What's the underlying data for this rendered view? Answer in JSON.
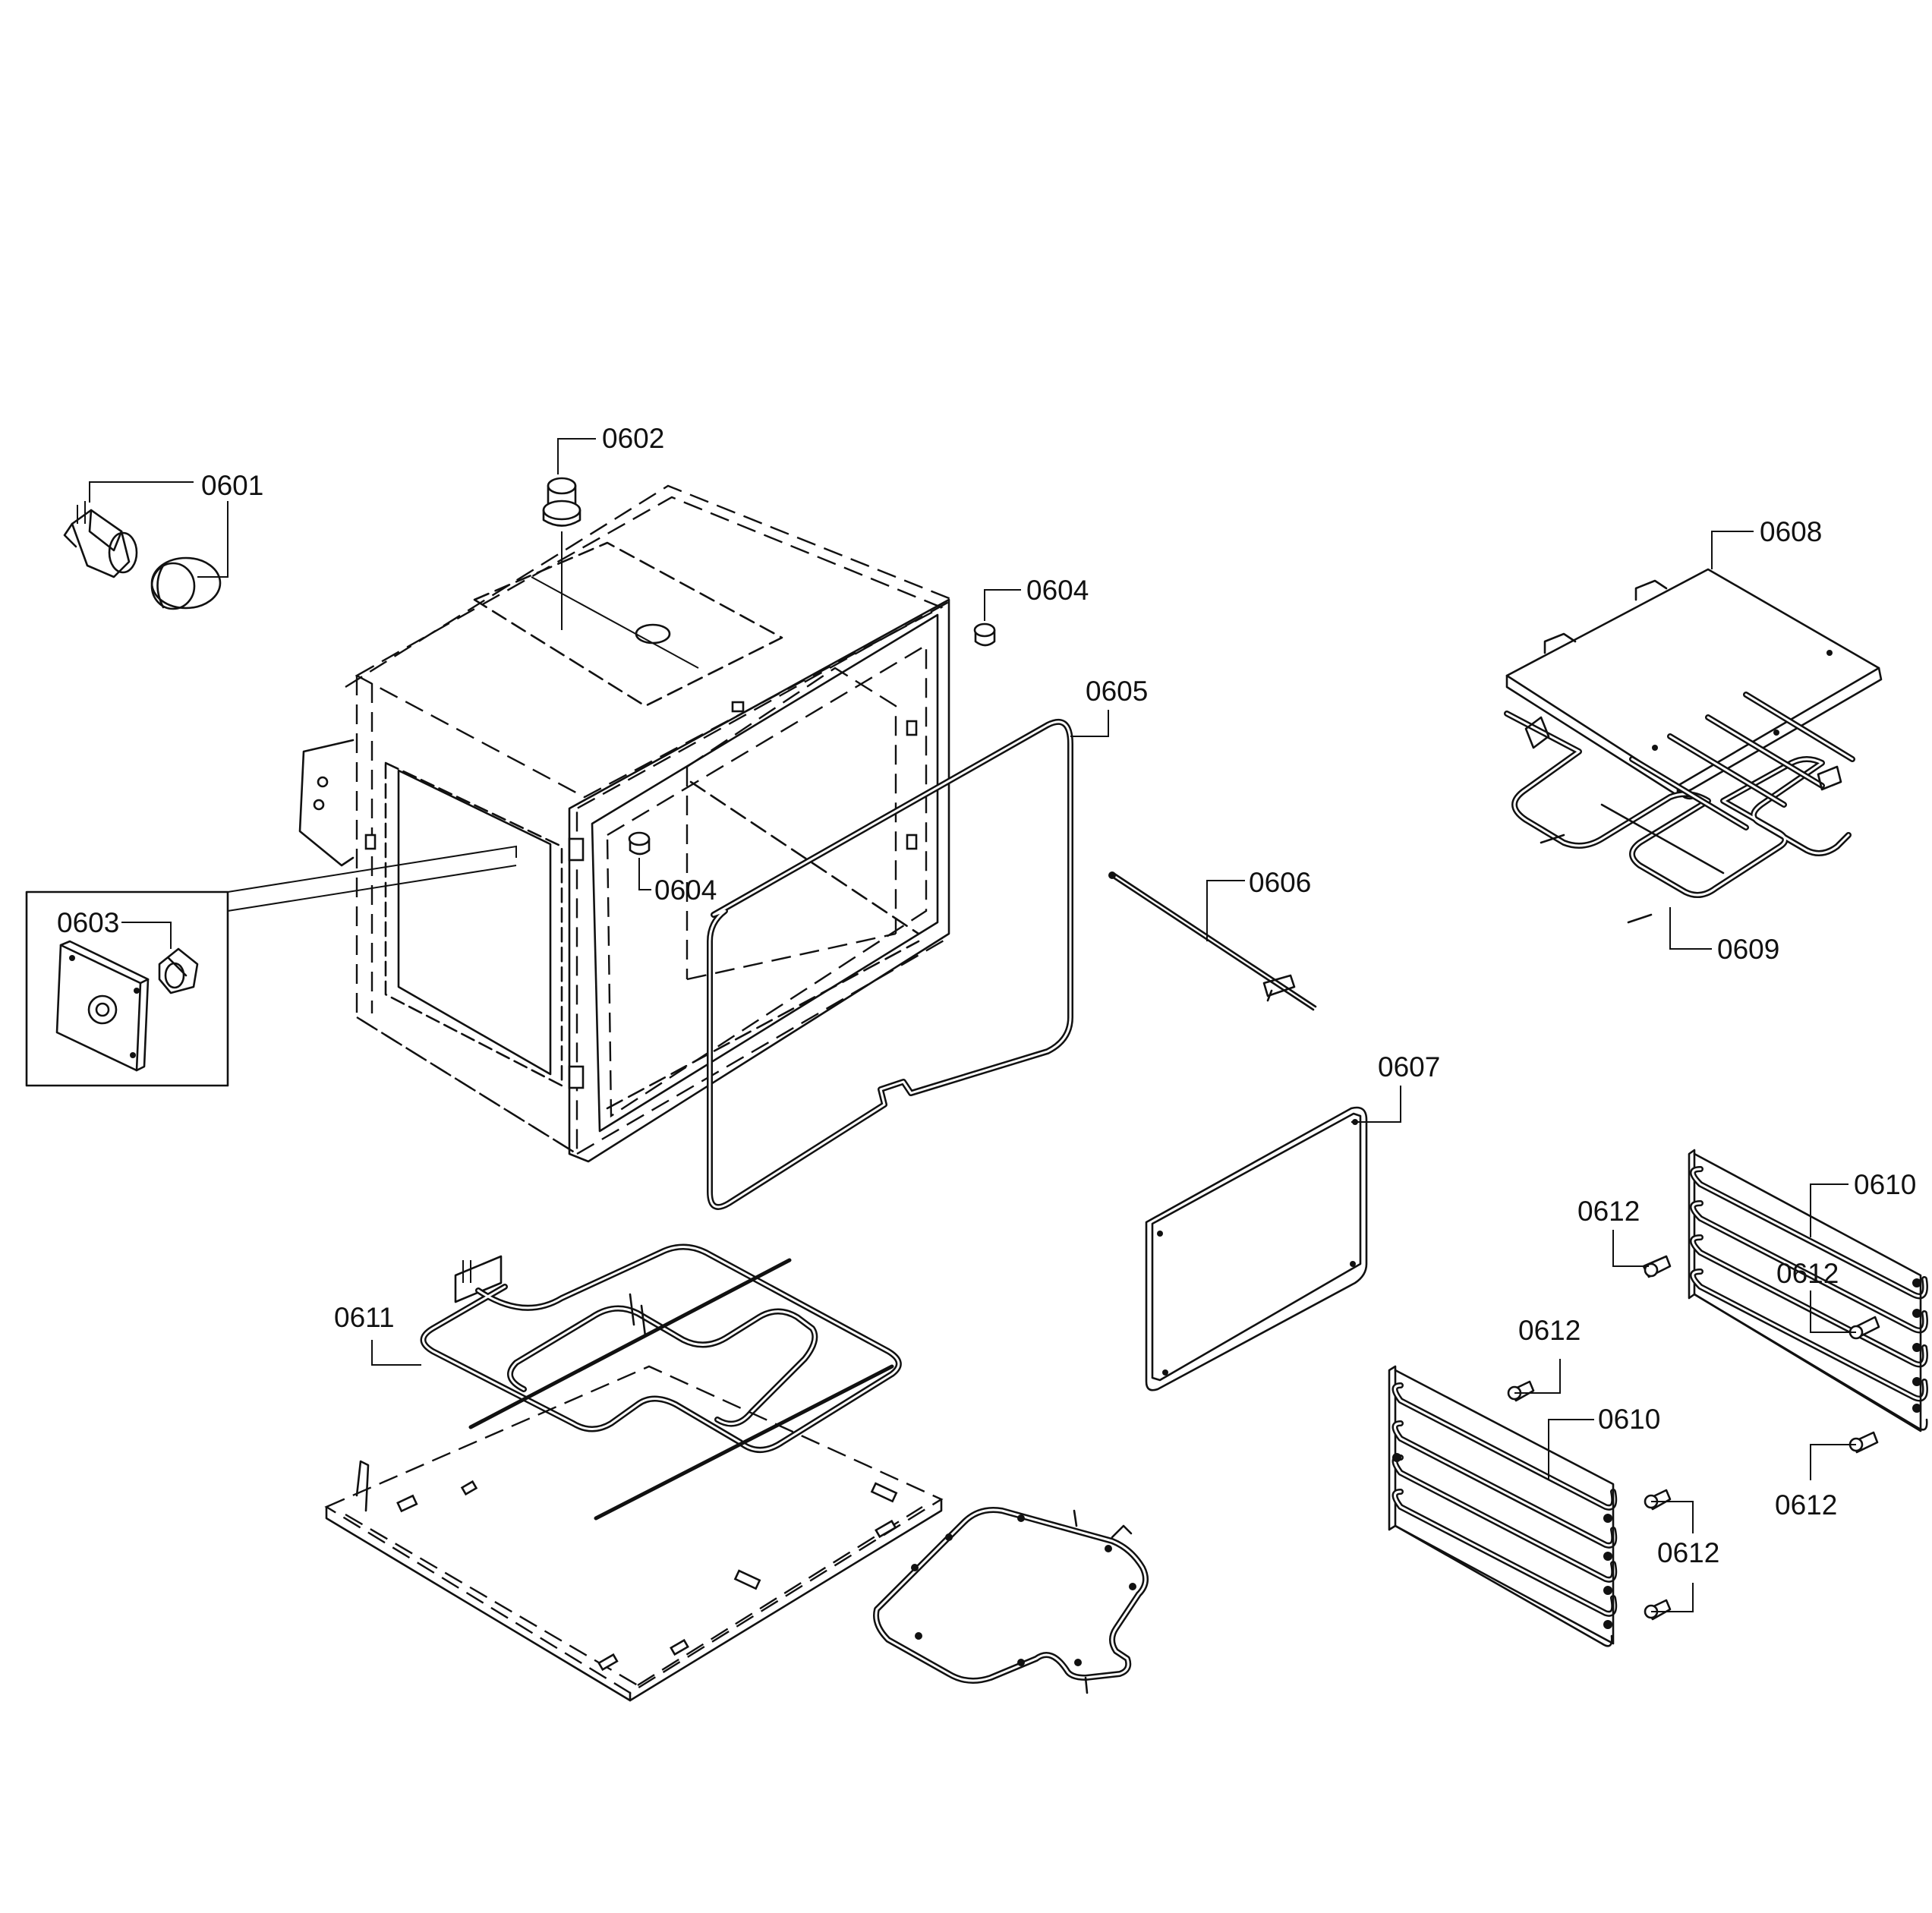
{
  "diagram": {
    "callouts": {
      "c0601": "0601",
      "c0602": "0602",
      "c0603": "0603",
      "c0604a": "0604",
      "c0604b": "0604",
      "c0605": "0605",
      "c0606": "0606",
      "c0607": "0607",
      "c0608": "0608",
      "c0609": "0609",
      "c0610a": "0610",
      "c0610b": "0610",
      "c0611": "0611",
      "c0612a": "0612",
      "c0612b": "0612",
      "c0612c": "0612",
      "c0612d": "0612",
      "c0612e": "0612"
    },
    "colors": {
      "line": "#111111",
      "background": "#ffffff"
    }
  }
}
